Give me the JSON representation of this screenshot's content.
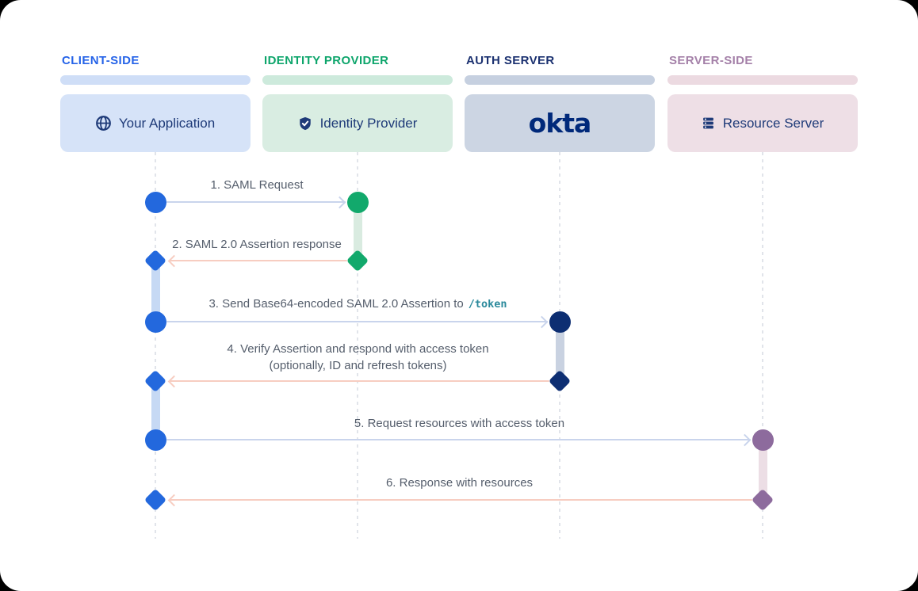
{
  "lanes": [
    {
      "label": "CLIENT-SIDE",
      "entity": "Your Application",
      "icon": "globe-icon",
      "accent_color": "#2563e8",
      "marker_color": "#2368dd",
      "card_color": "#d6e3f8"
    },
    {
      "label": "IDENTITY PROVIDER",
      "entity": "Identity Provider",
      "icon": "shield-check-icon",
      "accent_color": "#0da56b",
      "marker_color": "#12a96c",
      "card_color": "#d9ede2"
    },
    {
      "label": "AUTH SERVER",
      "entity": "okta",
      "icon": "okta-logo",
      "accent_color": "#1b3170",
      "marker_color": "#0d2e72",
      "card_color": "#ccd5e3"
    },
    {
      "label": "SERVER-SIDE",
      "entity": "Resource Server",
      "icon": "server-icon",
      "accent_color": "#a480a8",
      "marker_color": "#8d6b9d",
      "card_color": "#eedfe6"
    }
  ],
  "steps": [
    {
      "label": "1. SAML Request",
      "from": "Your Application",
      "to": "Identity Provider",
      "direction": "right"
    },
    {
      "label": "2. SAML 2.0 Assertion response",
      "from": "Identity Provider",
      "to": "Your Application",
      "direction": "left"
    },
    {
      "label": "3. Send Base64-encoded SAML 2.0 Assertion to",
      "code": "/token",
      "from": "Your Application",
      "to": "okta",
      "direction": "right"
    },
    {
      "label": "4. Verify Assertion and respond with access token",
      "label2": "(optionally, ID and refresh tokens)",
      "from": "okta",
      "to": "Your Application",
      "direction": "left"
    },
    {
      "label": "5. Request resources with access token",
      "from": "Your Application",
      "to": "Resource Server",
      "direction": "right"
    },
    {
      "label": "6. Response with resources",
      "from": "Resource Server",
      "to": "Your Application",
      "direction": "left"
    }
  ],
  "colors": {
    "request_arrow": "#c9d4ec",
    "response_arrow": "#f7cdc1",
    "step_text": "#555e6c",
    "token_code": "#2b8a9c",
    "okta_navy": "#00297a",
    "lifeline": "#e1e4ea"
  }
}
